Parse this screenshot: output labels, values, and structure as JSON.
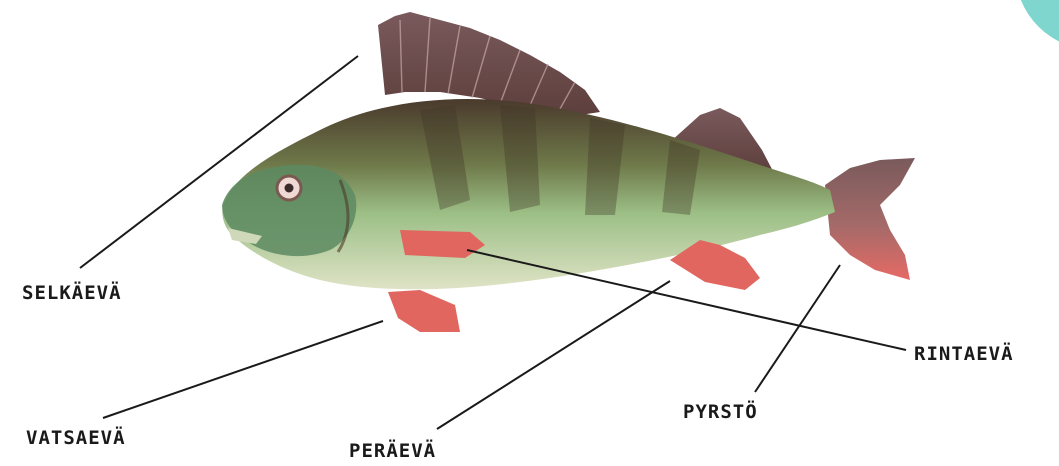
{
  "diagram": {
    "labels": {
      "dorsal_fin": "SELKÄEVÄ",
      "pelvic_fin": "VATSAEVÄ",
      "anal_fin": "PERÄEVÄ",
      "tail_fin": "PYRSTÖ",
      "pectoral_fin": "RINTAEVÄ"
    },
    "colors": {
      "leader_line": "#1a1a1a",
      "label_text": "#1a1a1a",
      "corner_accent": "#7fd6cf",
      "body_green": "#8fb07a",
      "back_dark": "#4d4030",
      "fin_brown": "#6e4a48",
      "fin_red": "#e0665f"
    }
  }
}
